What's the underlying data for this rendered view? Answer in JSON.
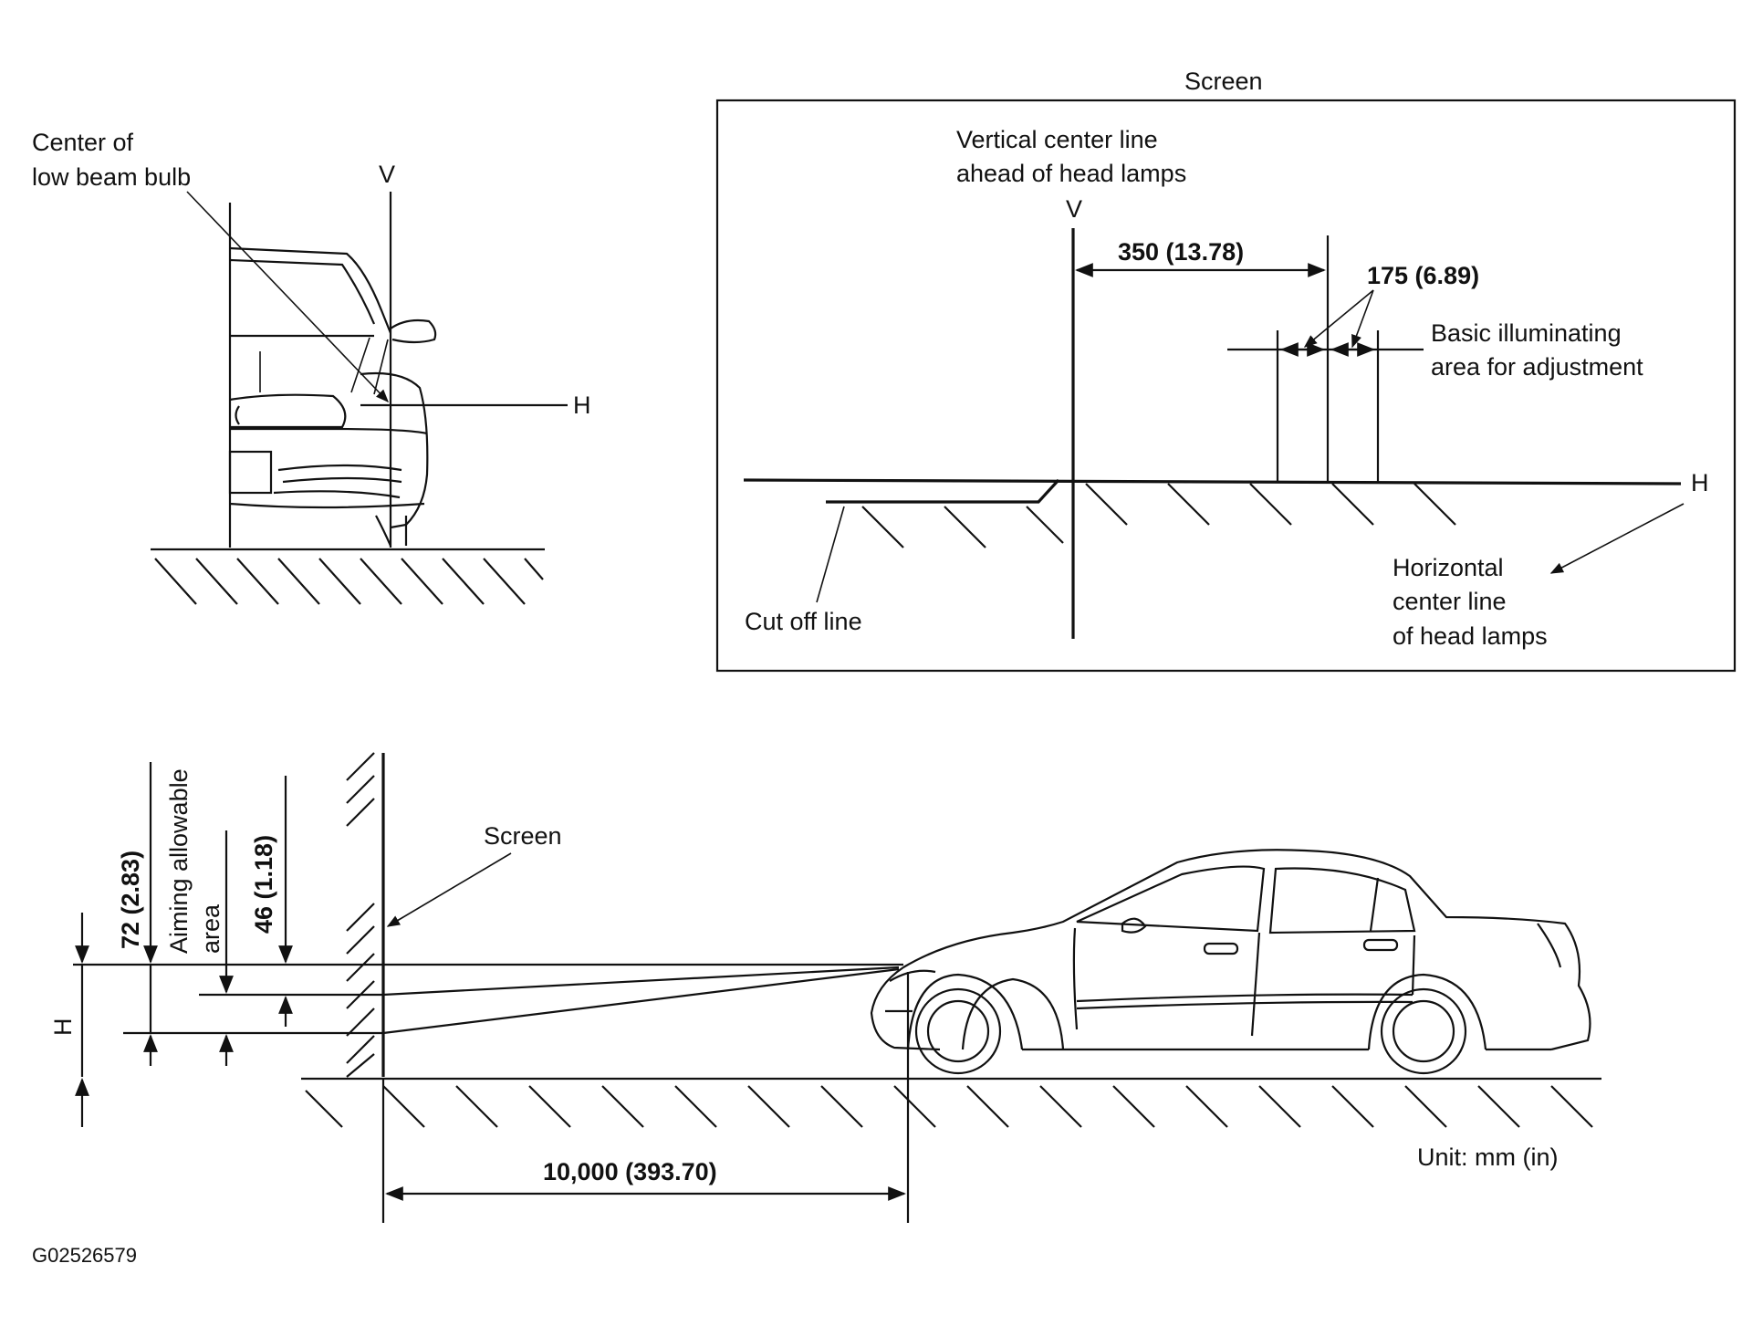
{
  "front_view": {
    "center_label_line1": "Center of",
    "center_label_line2": "low beam bulb",
    "v_label": "V",
    "h_label": "H"
  },
  "screen_view": {
    "title": "Screen",
    "vertical_label_line1": "Vertical center line",
    "vertical_label_line2": "ahead of head lamps",
    "v_label": "V",
    "dim_350": "350  (13.78)",
    "dim_175": "175  (6.89)",
    "basic_line1": "Basic illuminating",
    "basic_line2": "area for adjustment",
    "h_label": "H",
    "horizontal_line1": "Horizontal",
    "horizontal_line2": "center line",
    "horizontal_line3": "of head lamps",
    "cutoff_label": "Cut off line"
  },
  "side_view": {
    "dim_72": "72  (2.83)",
    "aiming_line1": "Aiming allowable",
    "aiming_line2": "area",
    "dim_46": "46  (1.18)",
    "h_label": "H",
    "screen_label": "Screen",
    "distance": "10,000  (393.70)",
    "unit": "Unit:  mm  (in)"
  },
  "figure_id": "G02526579"
}
